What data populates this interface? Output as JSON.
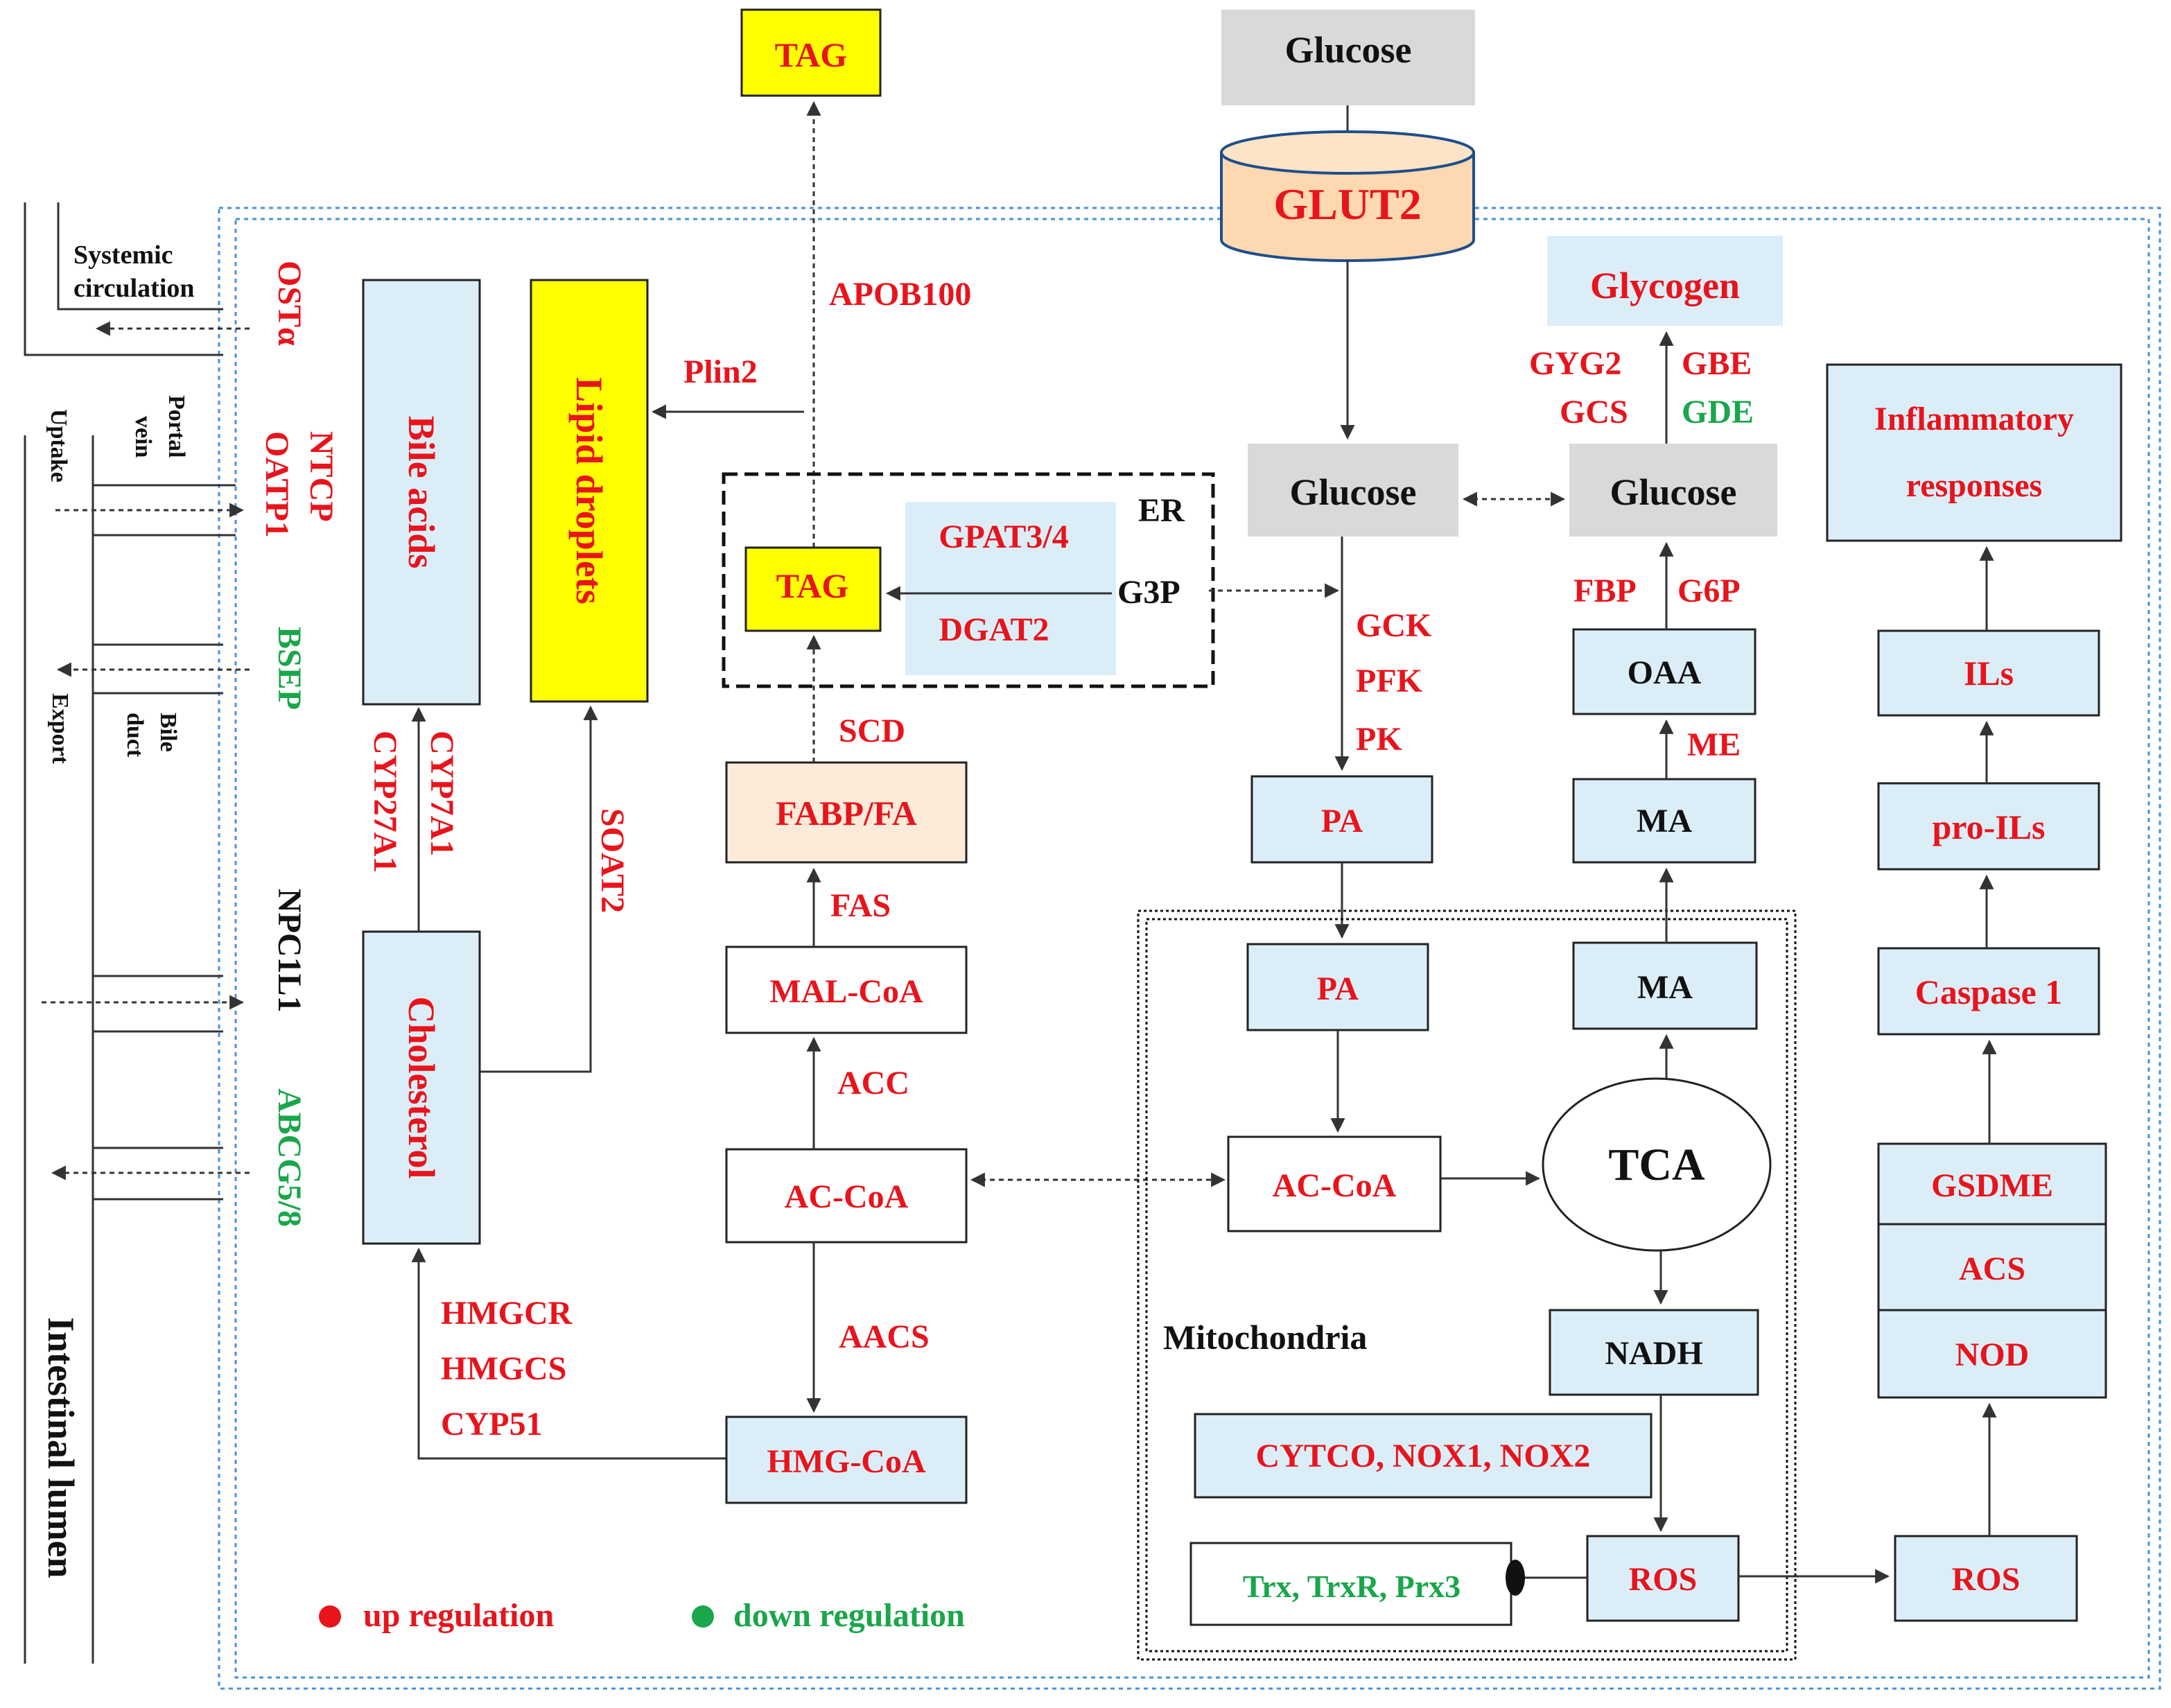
{
  "nodes": {
    "tag_top": "TAG",
    "glucose_top": "Glucose",
    "glut2": "GLUT2",
    "glycogen": "Glycogen",
    "bile_acids": "Bile acids",
    "lipid_droplets": "Lipid droplets",
    "inflammatory_1": "Inflammatory",
    "inflammatory_2": "responses",
    "glucose_mid": "Glucose",
    "glucose_right": "Glucose",
    "er_label": "ER",
    "gpat": "GPAT3/4",
    "dgat": "DGAT2",
    "g3p": "G3P",
    "tag_er": "TAG",
    "oaa": "OAA",
    "ils": "ILs",
    "fabp": "FABP/FA",
    "pa_cyto": "PA",
    "ma_cyto": "MA",
    "pro_ils": "pro-ILs",
    "mal_coa": "MAL-CoA",
    "pa_mito": "PA",
    "ma_mito": "MA",
    "caspase": "Caspase 1",
    "cholesterol": "Cholesterol",
    "ac_coa_cyto": "AC-CoA",
    "ac_coa_mito": "AC-CoA",
    "tca": "TCA",
    "gsdme": "GSDME",
    "acs": "ACS",
    "nod": "NOD",
    "nadh": "NADH",
    "mitochondria": "Mitochondria",
    "hmg_coa": "HMG-CoA",
    "cytco": "CYTCO, NOX1, NOX2",
    "ros_mito": "ROS",
    "ros_right": "ROS",
    "trx": "Trx, TrxR, Prx3"
  },
  "enzymes": {
    "apob100": "APOB100",
    "plin2": "Plin2",
    "gyg2": "GYG2",
    "gbe": "GBE",
    "gcs": "GCS",
    "gde": "GDE",
    "fbp": "FBP",
    "g6p": "G6P",
    "gck": "GCK",
    "pfk": "PFK",
    "pk": "PK",
    "me": "ME",
    "scd": "SCD",
    "fas": "FAS",
    "acc": "ACC",
    "aacs": "AACS",
    "cyp7a1": "CYP7A1",
    "cyp27a1": "CYP27A1",
    "soat2": "SOAT2",
    "hmgcr": "HMGCR",
    "hmgcs": "HMGCS",
    "cyp51": "CYP51"
  },
  "transporters": {
    "ost": "OSTα",
    "ntcp": "NTCP",
    "oatp1": "OATP1",
    "bsep": "BSEP",
    "npc1l1": "NPC1L1",
    "abcg": "ABCG5/8"
  },
  "side_labels": {
    "systemic_1": "Systemic",
    "systemic_2": "circulation",
    "portal_1": "Portal",
    "portal_2": "vein",
    "uptake": "Uptake",
    "bile_1": "Bile",
    "bile_2": "duct",
    "export": "Export",
    "intestinal": "Intestinal lumen"
  },
  "legend": {
    "up": "up regulation",
    "down": "down regulation"
  },
  "colors": {
    "up": "#e8141c",
    "down": "#1aa64a",
    "box_fill": "#dbeef8",
    "yellow": "#ffff00",
    "peach": "#fdebd9",
    "gray": "#d9d9d9",
    "cell_border": "#4a90d9"
  }
}
